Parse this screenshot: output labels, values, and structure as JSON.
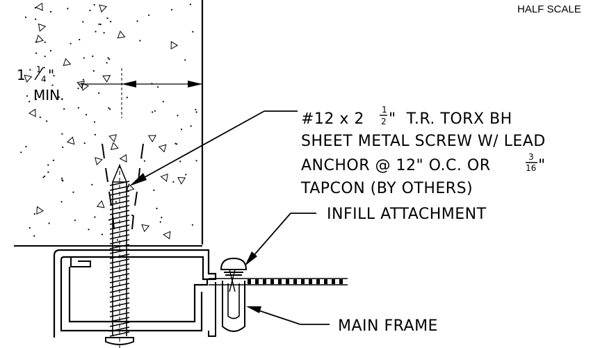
{
  "scale_label": "HALF SCALE",
  "dimension": {
    "whole": "1",
    "fraction_num": "1",
    "fraction_den": "4",
    "inch_mark": "\"",
    "qualifier": "MIN."
  },
  "screw_note": {
    "line1_prefix": "#12 x 2",
    "line1_frac_num": "1",
    "line1_frac_den": "2",
    "line1_suffix": "\"  T.R. TORX BH",
    "line2": "SHEET METAL SCREW W/ LEAD",
    "line3_prefix": "ANCHOR @ 12\" O.C. OR",
    "line3_frac_num": "3",
    "line3_frac_den": "16",
    "line3_suffix": "\"",
    "line4": "TAPCON (BY OTHERS)"
  },
  "infill_label": "INFILL ATTACHMENT",
  "main_frame_label": "MAIN FRAME",
  "colors": {
    "ink": "#000000",
    "background": "#ffffff"
  }
}
